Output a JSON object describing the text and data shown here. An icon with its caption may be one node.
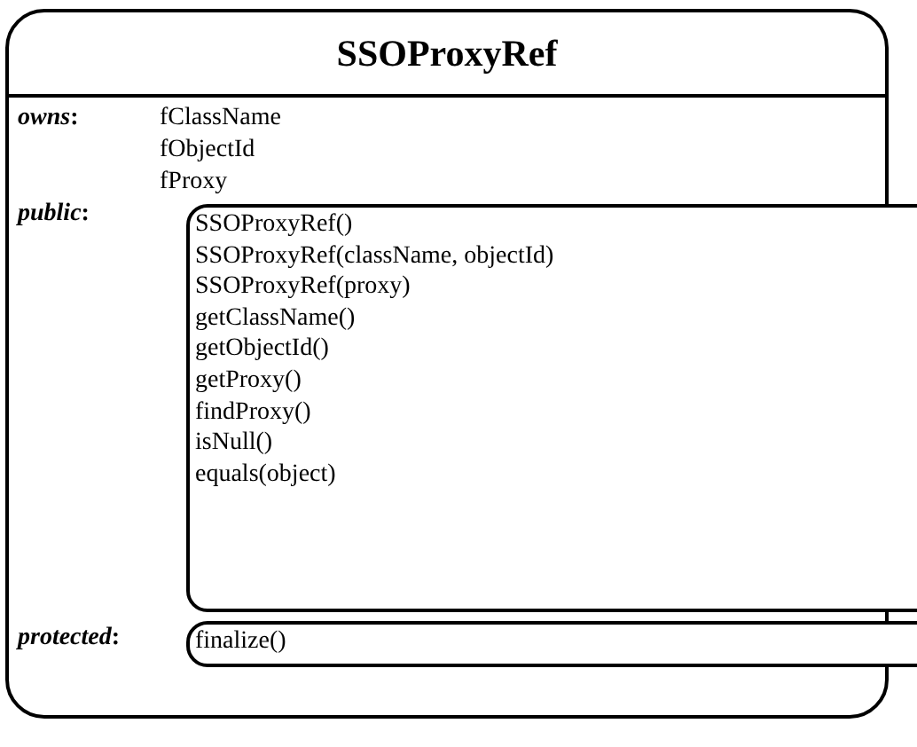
{
  "diagram": {
    "nodes": [
      {
        "text": [
          "SSOProxyRef"
        ]
      },
      {
        "text": [
          "SSOProxyRef()",
          "SSOProxyRef(className, objectId)",
          "SSOProxyRef(proxy)",
          "getClassName()",
          "getObjectId()",
          "getProxy()",
          "findProxy()",
          "isNull()",
          "equals(object)"
        ],
        "in": 0
      },
      {
        "text": [
          "finalize()"
        ],
        "in": 0
      }
    ],
    "edges": [],
    "labels": [
      "*owns*:",
      "fClassName",
      "fObjectId",
      "fProxy",
      "*public*:",
      "*protected*:"
    ]
  }
}
